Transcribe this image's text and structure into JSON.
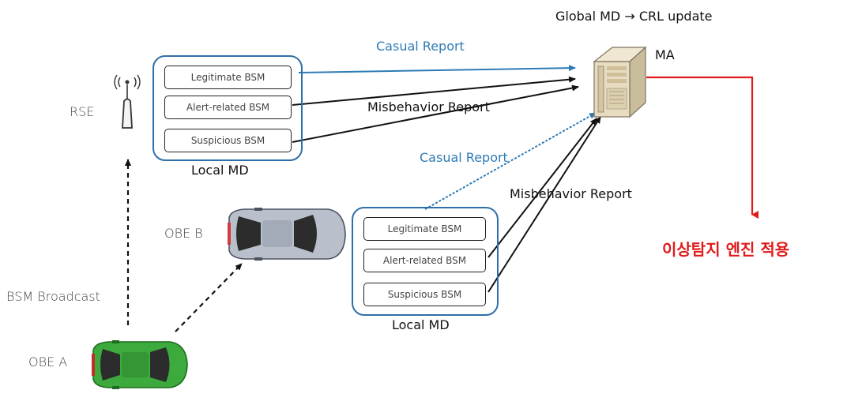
{
  "top_caption": "Global MD → CRL update",
  "ma_label": "MA",
  "rse_label": "RSE",
  "obe_a_label": "OBE A",
  "obe_b_label": "OBE B",
  "bsm_broadcast_label": "BSM Broadcast",
  "korean_label": "이상탐지 엔진 적용",
  "reports": {
    "casual_report_top": "Casual Report",
    "casual_report_mid": "Casual Report",
    "misbehavior_report_left": "Misbehavior Report",
    "misbehavior_report_right": "Misbehavior Report"
  },
  "local_md_1": {
    "title": "Local MD",
    "items": [
      "Legitimate BSM",
      "Alert-related BSM",
      "Suspicious BSM"
    ]
  },
  "local_md_2": {
    "title": "Local MD",
    "items": [
      "Legitimate BSM",
      "Alert-related BSM",
      "Suspicious BSM"
    ]
  },
  "colors": {
    "casual_arrow": "#2e7bb6",
    "misbehavior_arrow": "#111111",
    "crl_arrow": "#e01b1b",
    "md_box_border": "#2f6fa8",
    "obe_a_body": "#3caa3c",
    "obe_b_body": "#b9c0cc"
  }
}
